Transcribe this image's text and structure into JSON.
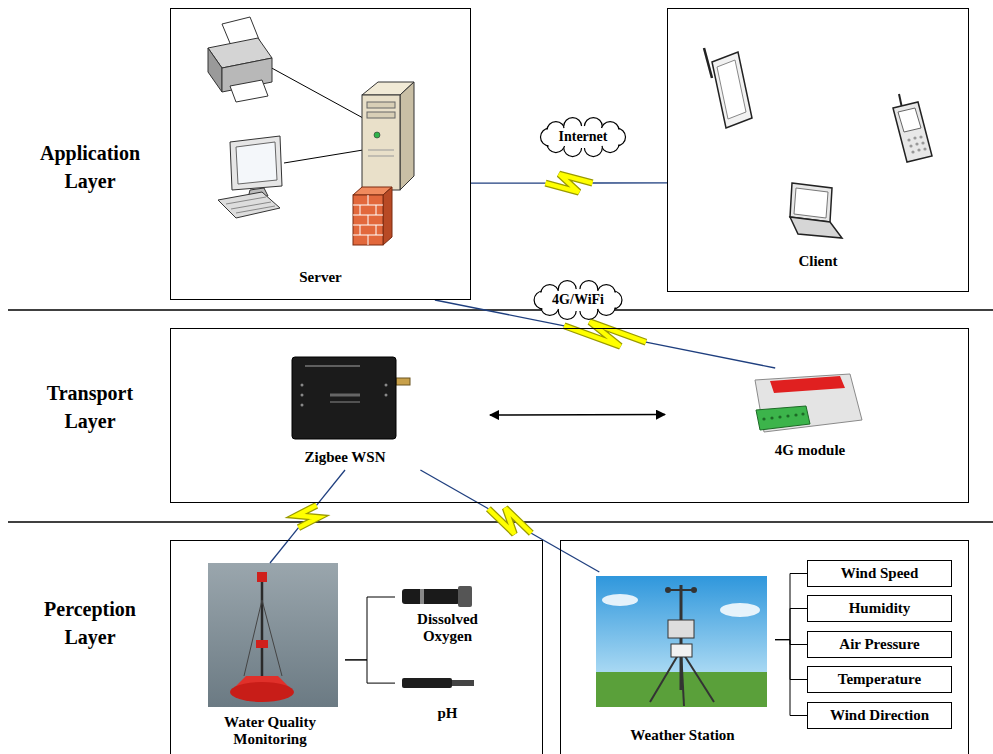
{
  "diagram": {
    "nodes": [
      {
        "text": [
          "Server"
        ]
      },
      {
        "text": [
          "Client"
        ]
      },
      {
        "text": []
      },
      {
        "text": [
          "Zigbee WSN"
        ],
        "in": 2
      },
      {
        "text": [
          "4G module"
        ],
        "in": 2
      },
      {
        "text": []
      },
      {
        "text": [
          "Water Quality Monitoring"
        ],
        "in": 5
      },
      {
        "text": [
          "Dissolved Oxygen"
        ],
        "in": 5
      },
      {
        "text": [
          "pH"
        ],
        "in": 5
      },
      {
        "text": []
      },
      {
        "text": [
          "Weather Station"
        ],
        "in": 9
      },
      {
        "text": [
          "Wind Speed"
        ],
        "in": 9
      },
      {
        "text": [
          "Humidity"
        ],
        "in": 9
      },
      {
        "text": [
          "Air Pressure"
        ],
        "in": 9
      },
      {
        "text": [
          "Temperature"
        ],
        "in": 9
      },
      {
        "text": [
          "Wind Direction"
        ],
        "in": 9
      }
    ],
    "edges": [
      {
        "from": 0,
        "to": 1,
        "arrow": "none",
        "label": "Internet"
      },
      {
        "from": 0,
        "to": 4,
        "arrow": "none",
        "label": "4G/WiFi"
      },
      {
        "from": 3,
        "to": 4,
        "arrow": "both"
      },
      {
        "from": 3,
        "to": 6,
        "arrow": "none"
      },
      {
        "from": 3,
        "to": 10,
        "arrow": "none"
      },
      {
        "from": 6,
        "to": 7,
        "arrow": "none"
      },
      {
        "from": 6,
        "to": 8,
        "arrow": "none"
      },
      {
        "from": 10,
        "to": 11,
        "arrow": "none"
      },
      {
        "from": 10,
        "to": 12,
        "arrow": "none"
      },
      {
        "from": 10,
        "to": 13,
        "arrow": "none"
      },
      {
        "from": 10,
        "to": 14,
        "arrow": "none"
      },
      {
        "from": 10,
        "to": 15,
        "arrow": "none"
      }
    ],
    "labels": [
      "Application Layer",
      "Transport Layer",
      "Perception Layer"
    ]
  }
}
